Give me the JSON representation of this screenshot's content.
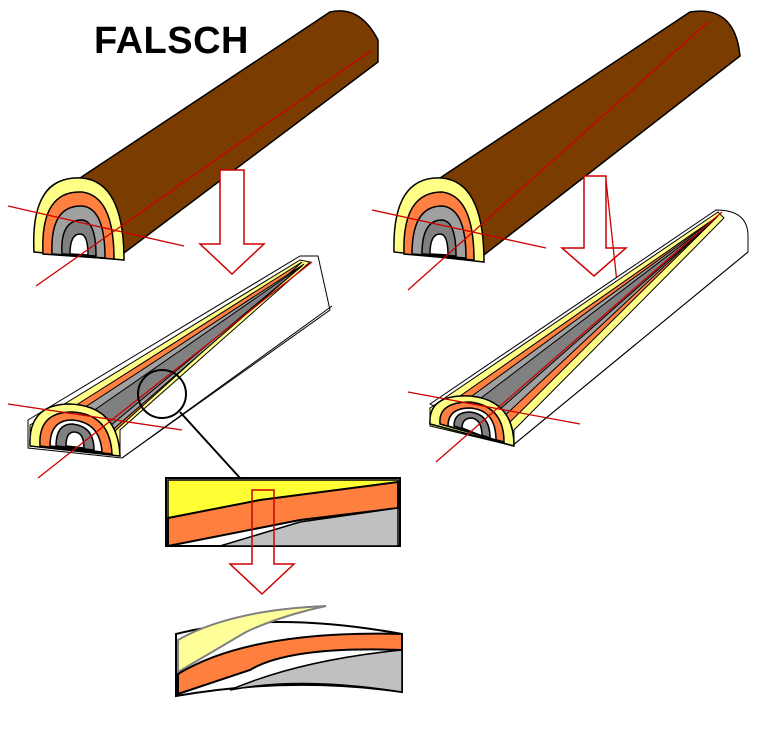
{
  "title_label": "FALSCH",
  "colors": {
    "wood_bark": "#7a3c00",
    "ring_yellow": "#ffff88",
    "ring_orange": "#ff8040",
    "ring_gray": "#a0a0a0",
    "ring_dark_gray": "#808080",
    "cut_line": "#cc0000",
    "arrow": "#cc0000",
    "outline": "#000000",
    "detail_yellow": "#ffff33",
    "detail_orange": "#ff7f3f",
    "detail_gray": "#c0c0c0",
    "detail_light_yellow": "#ffff99"
  },
  "panels": {
    "left": {
      "name": "wrong-cut",
      "verdict": "FALSCH"
    },
    "right": {
      "name": "right-cut"
    }
  }
}
